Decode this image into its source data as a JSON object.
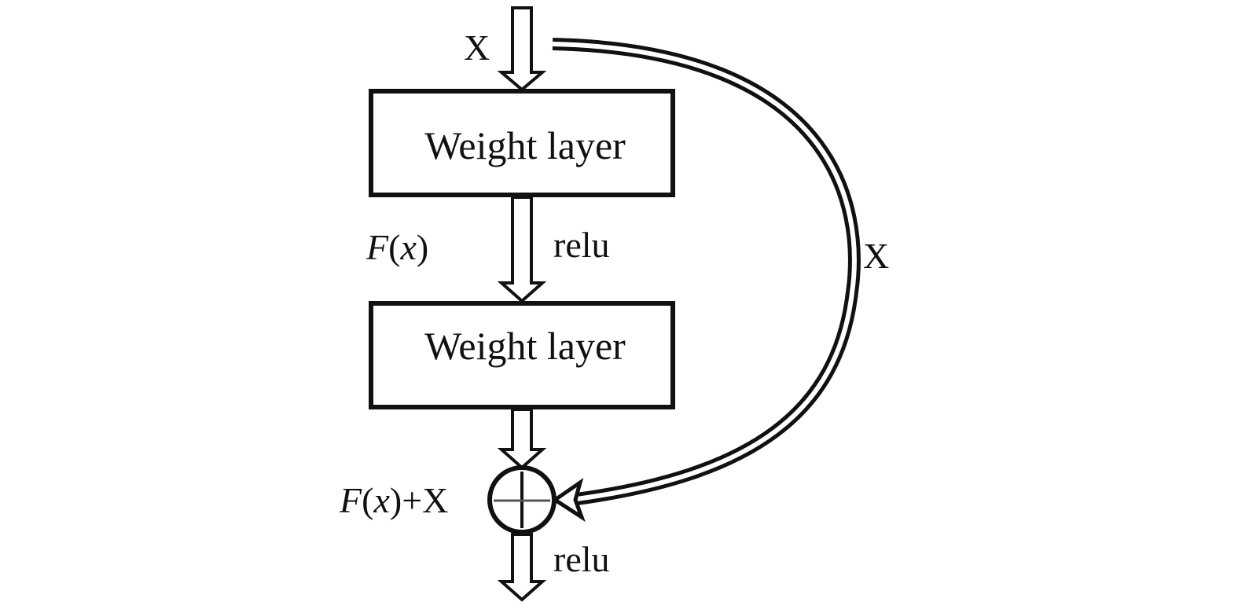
{
  "diagram": {
    "input_label": "X",
    "layers": [
      {
        "label": "Weight layer"
      },
      {
        "label": "Weight layer"
      }
    ],
    "between_layers": {
      "left_label_f": "F",
      "left_label_x": "x",
      "right_label": "relu"
    },
    "skip_connection_label": "X",
    "sum": {
      "label_f": "F",
      "label_x": "x",
      "label_plus": "+X"
    },
    "output_label": "relu"
  }
}
